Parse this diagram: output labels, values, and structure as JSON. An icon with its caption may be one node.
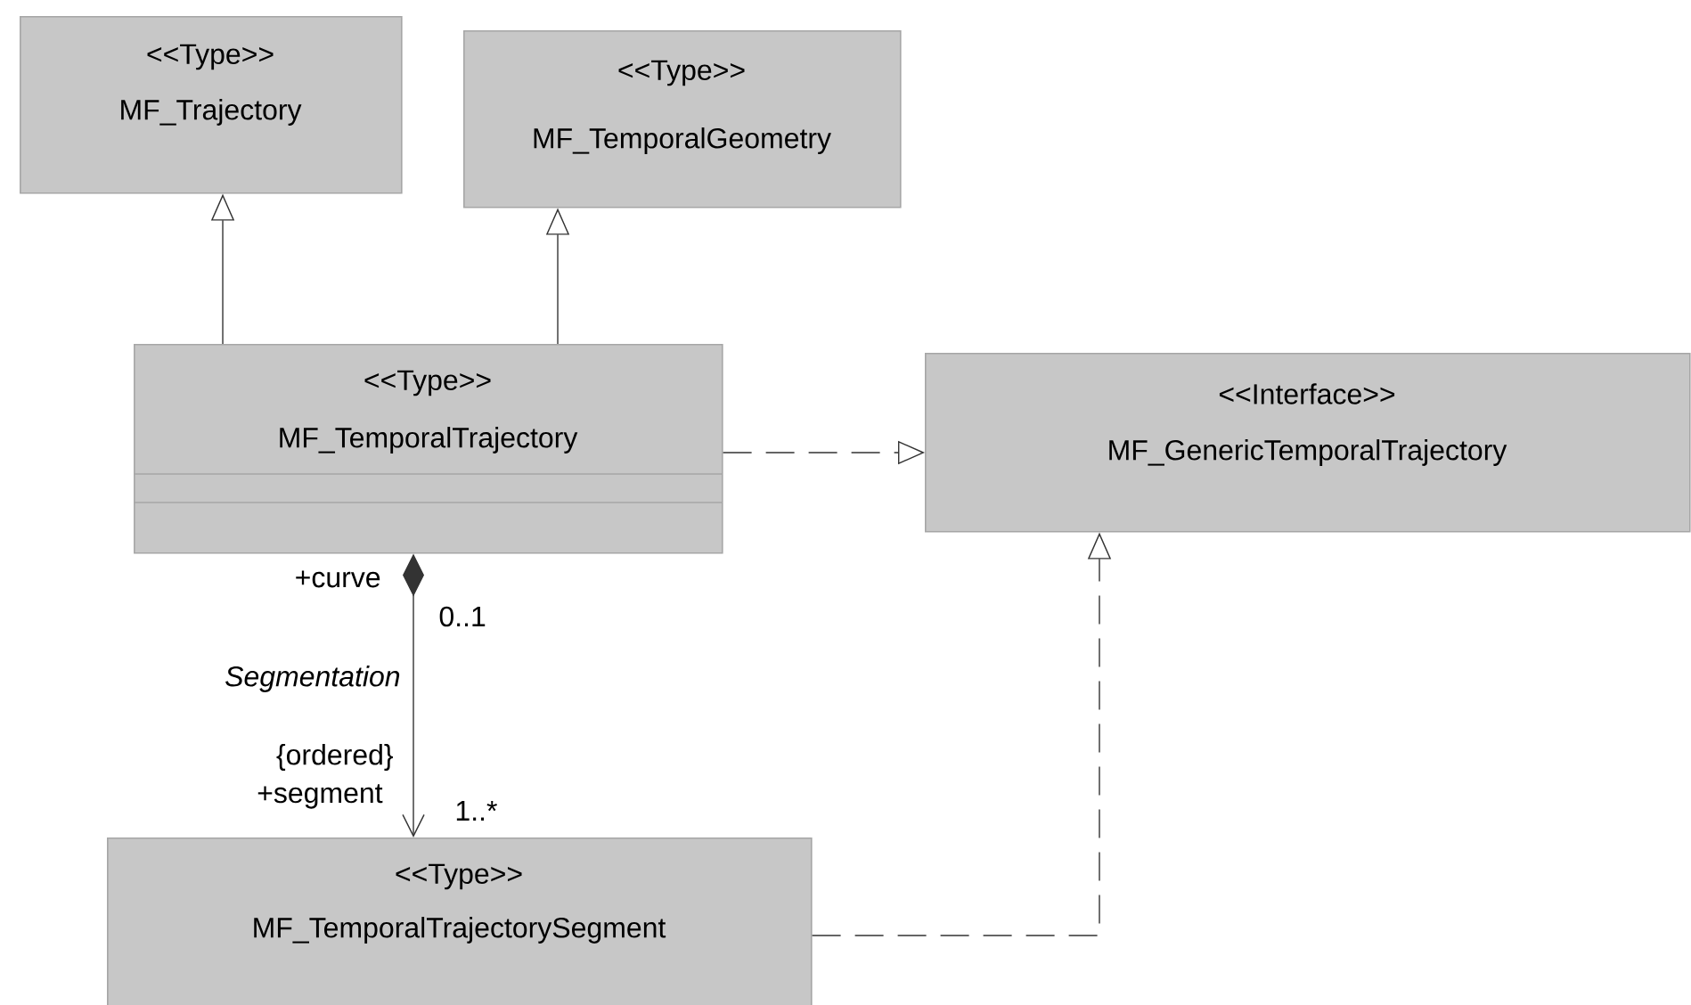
{
  "diagram": {
    "nodes": [
      {
        "text": [
          "<<Type>>",
          "MF_Trajectory"
        ]
      },
      {
        "text": [
          "<<Type>>",
          "MF_TemporalGeometry"
        ]
      },
      {
        "text": [
          "<<Type>>",
          "MF_TemporalTrajectory"
        ]
      },
      {
        "text": [
          "<<Interface>>",
          "MF_GenericTemporalTrajectory"
        ]
      },
      {
        "text": [
          "<<Type>>",
          "MF_TemporalTrajectorySegment"
        ]
      }
    ],
    "edges": [
      {
        "from": 2,
        "to": 0,
        "arrow": "to"
      },
      {
        "from": 2,
        "to": 1,
        "arrow": "to"
      },
      {
        "from": 2,
        "to": 3,
        "arrow": "to",
        "style": "dashed"
      },
      {
        "from": 2,
        "to": 4,
        "arrow": "to",
        "label": "Segmentation"
      },
      {
        "from": 4,
        "to": 3,
        "arrow": "to",
        "style": "dashed"
      }
    ],
    "labels": [
      "+curve",
      "0..1",
      "{ordered}",
      "+segment",
      "1..*"
    ]
  }
}
